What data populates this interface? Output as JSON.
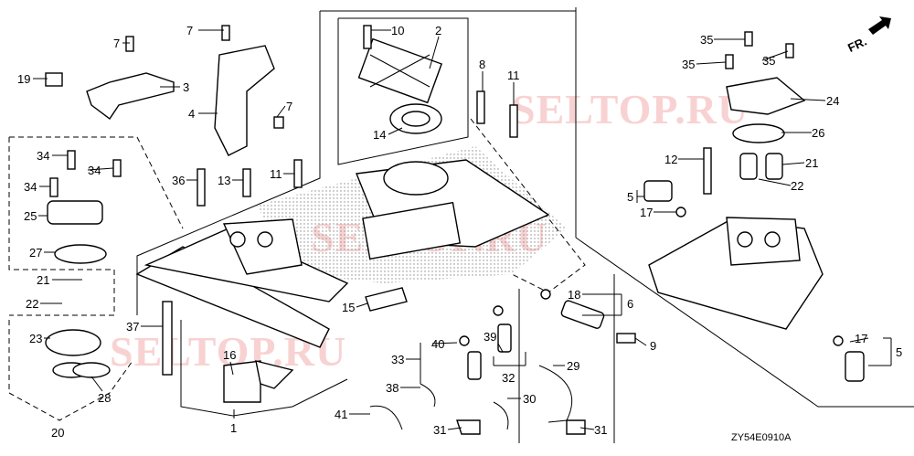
{
  "diagram_code": "ZY54E0910A",
  "front_marker": "FR.",
  "watermark": "SELTOP.RU",
  "labels": [
    "7",
    "7",
    "19",
    "3",
    "4",
    "7",
    "10",
    "2",
    "8",
    "11",
    "14",
    "35",
    "35",
    "35",
    "24",
    "26",
    "12",
    "21",
    "22",
    "5",
    "17",
    "34",
    "34",
    "34",
    "36",
    "13",
    "11",
    "25",
    "27",
    "21",
    "22",
    "23",
    "28",
    "37",
    "16",
    "1",
    "20",
    "15",
    "18",
    "6",
    "9",
    "40",
    "39",
    "33",
    "32",
    "29",
    "38",
    "30",
    "41",
    "31",
    "31",
    "17",
    "5"
  ]
}
